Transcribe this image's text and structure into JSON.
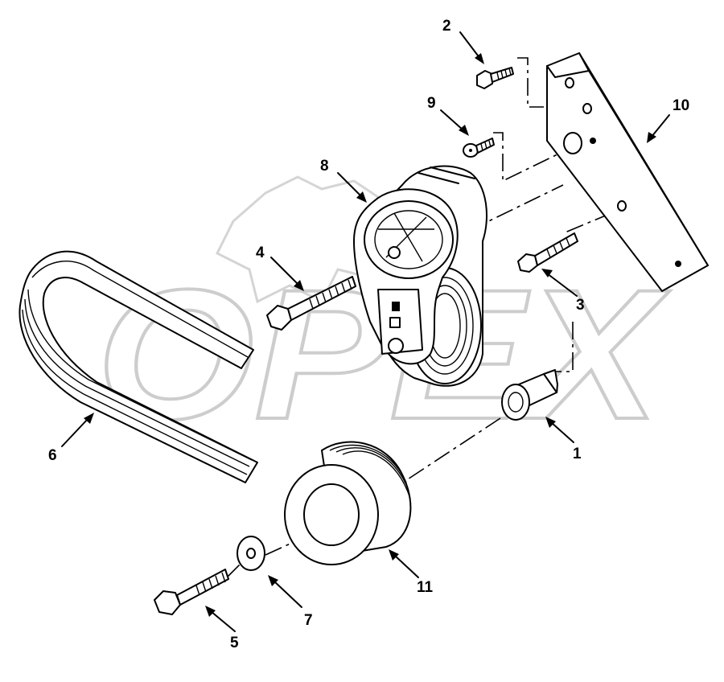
{
  "watermark": "OPEX",
  "callouts": {
    "c1": "1",
    "c2": "2",
    "c3": "3",
    "c4": "4",
    "c5": "5",
    "c6": "6",
    "c7": "7",
    "c8": "8",
    "c9": "9",
    "c10": "10",
    "c11": "11"
  }
}
